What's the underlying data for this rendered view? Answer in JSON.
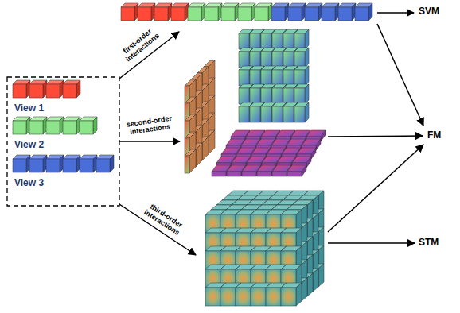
{
  "diagram": {
    "labels": [
      "first-order interactions",
      "second-order interactions",
      "third-order interactions",
      "View 1",
      "View 2",
      "View 3",
      "SVM",
      "FM",
      "STM"
    ]
  }
}
